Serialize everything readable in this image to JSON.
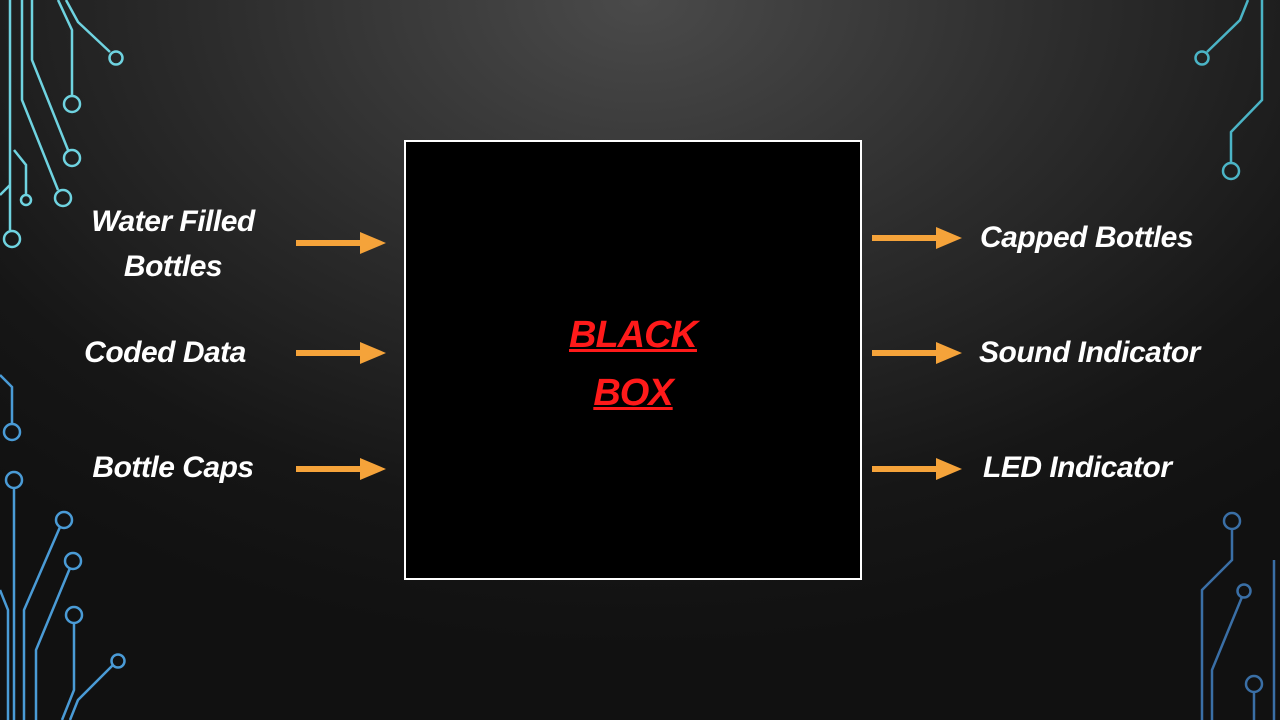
{
  "diagram": {
    "box": {
      "line1": "BLACK",
      "line2": "BOX"
    },
    "inputs": [
      {
        "line1": "Water Filled",
        "line2": "Bottles"
      },
      {
        "line1": "Coded Data",
        "line2": ""
      },
      {
        "line1": "Bottle Caps",
        "line2": ""
      }
    ],
    "outputs": [
      {
        "label": "Capped Bottles"
      },
      {
        "label": "Sound Indicator"
      },
      {
        "label": "LED Indicator"
      }
    ]
  },
  "colors": {
    "arrow": "#f5a33a",
    "box_text": "#ff1a1a",
    "circuit_left_top": "#6fd3e0",
    "circuit_left_bottom": "#4a9bd6",
    "circuit_right_top": "#4bb4c6",
    "circuit_right_bottom": "#3a6fa6"
  }
}
